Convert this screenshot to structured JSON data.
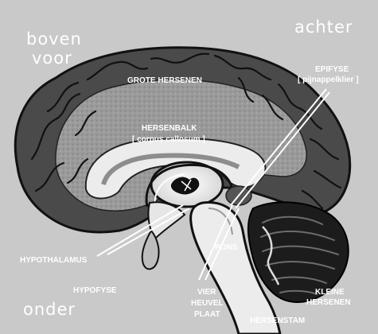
{
  "orientation": {
    "top_left_1": "boven",
    "top_left_2": "voor",
    "top_right": "achter",
    "bottom_left": "onder"
  },
  "labels": {
    "grote_hersenen": "GROTE HERSENEN",
    "hersenbalk": "HERSENBALK",
    "corpus_callosum": "[ corpus callosum ]",
    "epifyse": "EPIFYSE",
    "pijnappelklier": "[ pijnappelklier ]",
    "hypothalamus": "HYPOTHALAMUS",
    "hypofyse": "HYPOFYSE",
    "pons": "PONS",
    "vier": "VIER",
    "heuvel": "HEUVEL",
    "plaat": "PLAAT",
    "kleine_1": "KLEINE",
    "kleine_2": "HERSENEN",
    "hersenstam": "HERSENSTAM"
  }
}
